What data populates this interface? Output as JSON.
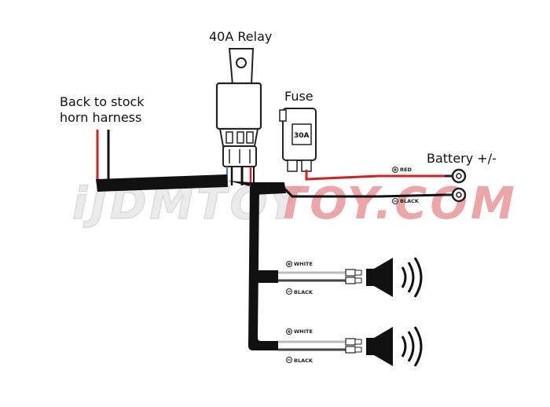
{
  "labels": {
    "relay": "40A Relay",
    "fuse": "Fuse",
    "fuse_rating": "30A",
    "harness_line1": "Back to stock",
    "harness_line2": "horn harness",
    "battery": "Battery +/-",
    "red_wire": "RED",
    "black_wire": "BLACK",
    "horn1_white": "WHITE",
    "horn1_black": "BLACK",
    "horn2_white": "WHITE",
    "horn2_black": "BLACK"
  },
  "watermark": {
    "part1": "iJDMTOY",
    "part2": "TOY.COM"
  },
  "colors": {
    "wire_black": "#111111",
    "wire_red": "#d42020",
    "watermark_red": "#e63a3a"
  }
}
